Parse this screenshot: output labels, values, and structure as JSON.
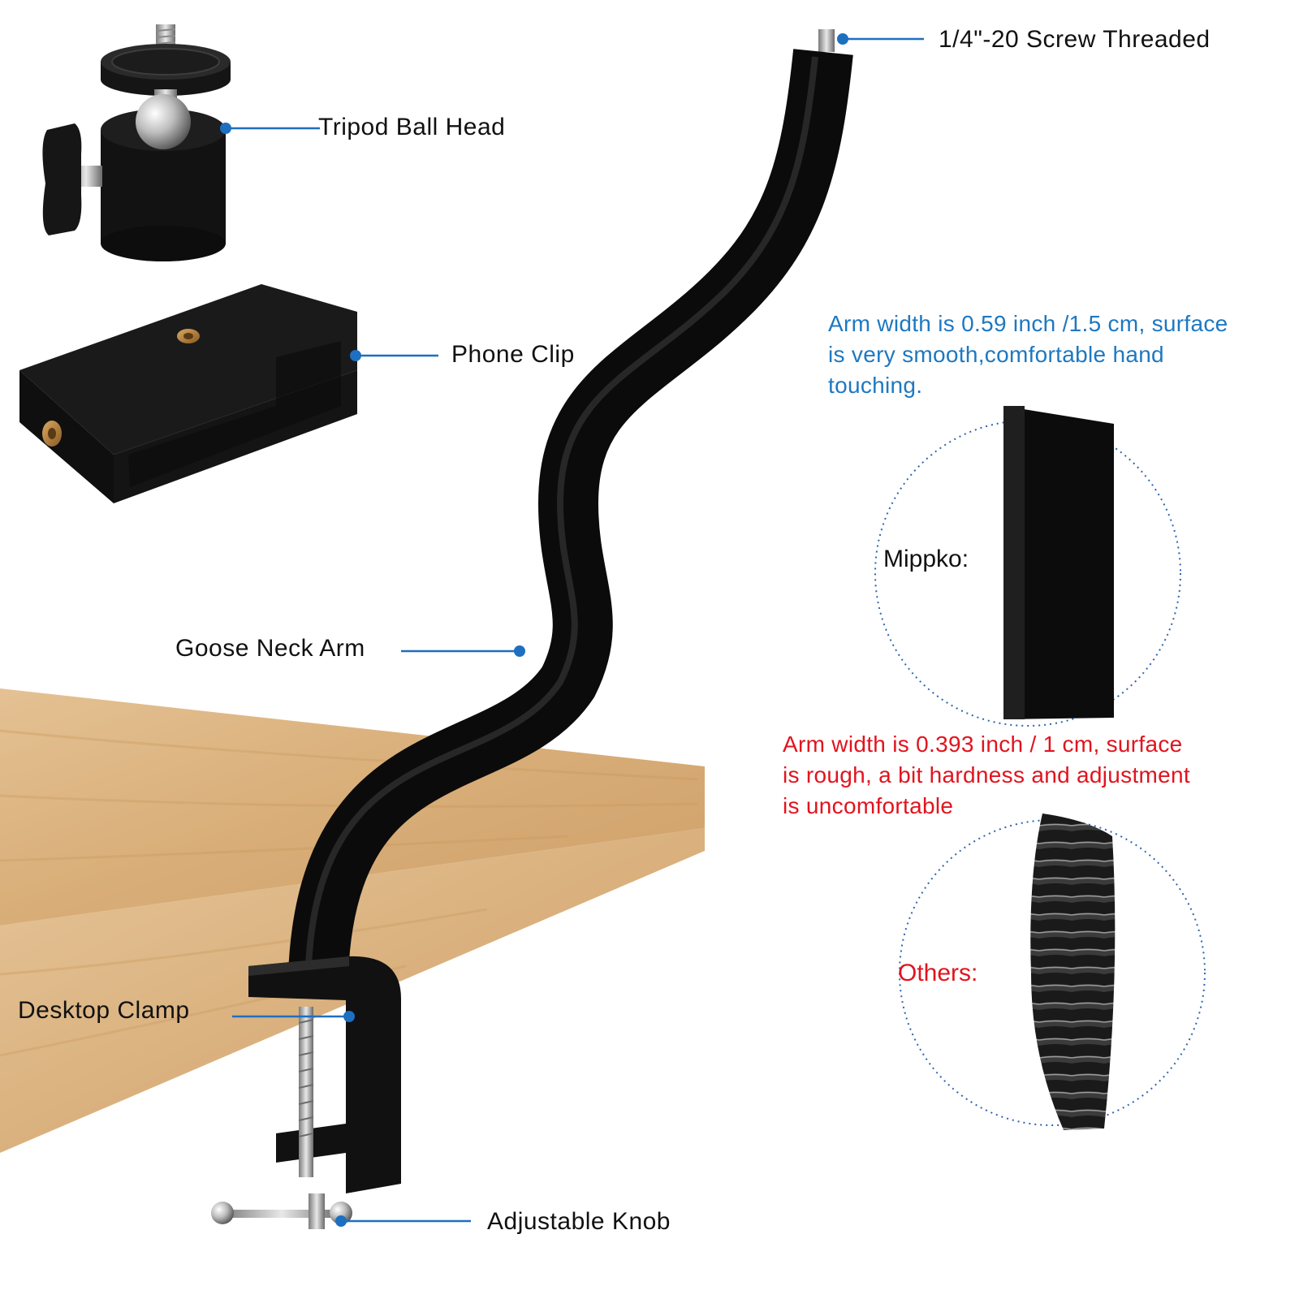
{
  "callouts": {
    "screw": "1/4\"-20 Screw Threaded",
    "ball_head": "Tripod Ball Head",
    "phone_clip": "Phone Clip",
    "goose_neck": "Goose Neck Arm",
    "desktop_clamp": "Desktop Clamp",
    "knob": "Adjustable Knob"
  },
  "comparison": {
    "mippko": {
      "note_lines": [
        "Arm width is 0.59 inch /1.5 cm, surface",
        "is very smooth,comfortable hand",
        "touching."
      ],
      "label": "Mippko:"
    },
    "others": {
      "note_lines": [
        "Arm width is 0.393 inch / 1 cm, surface",
        "is rough, a bit hardness and adjustment",
        "is uncomfortable"
      ],
      "label": "Others:"
    }
  },
  "colors": {
    "accent_blue": "#1e78c0",
    "accent_red": "#e1141e",
    "arm_black": "#111111",
    "wood": "#d9b07c"
  }
}
